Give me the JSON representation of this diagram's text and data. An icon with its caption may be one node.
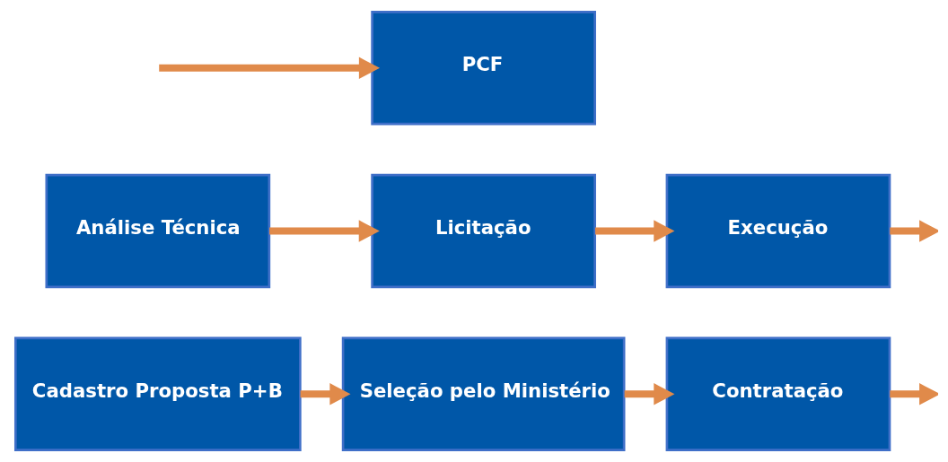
{
  "diagram": {
    "nodes": [
      {
        "text": [
          "Cadastro Proposta P+B"
        ]
      },
      {
        "text": [
          "Seleção pelo Ministério"
        ]
      },
      {
        "text": [
          "Contratação"
        ]
      },
      {
        "text": [
          "Análise Técnica"
        ]
      },
      {
        "text": [
          "Licitação"
        ]
      },
      {
        "text": [
          "Execução"
        ]
      },
      {
        "text": [
          "PCF"
        ]
      }
    ],
    "edges": [
      {
        "from": 0,
        "to": 1,
        "arrow": "to"
      },
      {
        "from": 1,
        "to": 2,
        "arrow": "to"
      },
      {
        "from": 2,
        "to": null,
        "arrow": "to"
      },
      {
        "from": 3,
        "to": 4,
        "arrow": "to"
      },
      {
        "from": 4,
        "to": 5,
        "arrow": "to"
      },
      {
        "from": 5,
        "to": null,
        "arrow": "to"
      },
      {
        "from": null,
        "to": 6,
        "arrow": "to"
      }
    ]
  }
}
